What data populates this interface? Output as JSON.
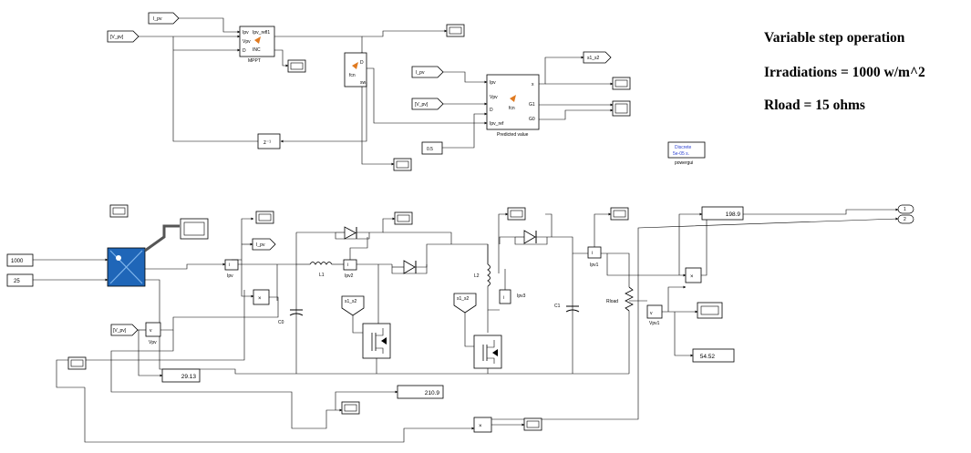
{
  "annotations": {
    "line1": "Variable step operation",
    "line2": "Irradiations = 1000 w/m^2",
    "line3": "Rload = 15 ohms"
  },
  "tags": {
    "ipv_top": "I_pv",
    "vpv_top": "[V_pv]",
    "ipv_mid": "I_pv",
    "vpv_mid": "[V_pv]",
    "s1s2_top": "s1_s2",
    "ipv_goto": "I_pv",
    "vpv_goto": "[V_pv]",
    "s1s2_a": "s1_s2",
    "s1s2_b": "s1_s2"
  },
  "mppt": {
    "in1": "Ipv",
    "in2": "Vpv",
    "in3": "D",
    "out": "Ipv_refl1",
    "center": "INC",
    "caption": "MPPT"
  },
  "predicted": {
    "in1": "Ipv",
    "in2": "Vpv",
    "in3": "D",
    "in4": "Ipv_ref",
    "out1": "x",
    "out2": "G1",
    "out3": "G0",
    "center": "fcn",
    "caption": "Predicted value"
  },
  "fcn_small": {
    "center": "fcn",
    "side": "D",
    "side2": "sw"
  },
  "unit_delay": "z⁻¹",
  "const_05": "0.5",
  "powergui": {
    "line1": "Discrete",
    "line2": "5e-05 s.",
    "caption": "powergui"
  },
  "inputs": {
    "irr": "1000",
    "temp": "25"
  },
  "labels": {
    "ipv": "Ipv",
    "ipv2": "Ipv2",
    "ipv3": "Ipv3",
    "ipv1": "Ipv1",
    "vpv": "Vpv",
    "vpv1": "Vpv1",
    "l1": "L1",
    "l2": "L2",
    "c0": "C0",
    "c1": "C1",
    "rload": "Rload"
  },
  "displays": {
    "d1": "198.9",
    "d2": "54.52",
    "d3": "29.13",
    "d4": "210.9"
  },
  "outports": {
    "p1": "1",
    "p2": "2"
  },
  "product_sign": "×"
}
